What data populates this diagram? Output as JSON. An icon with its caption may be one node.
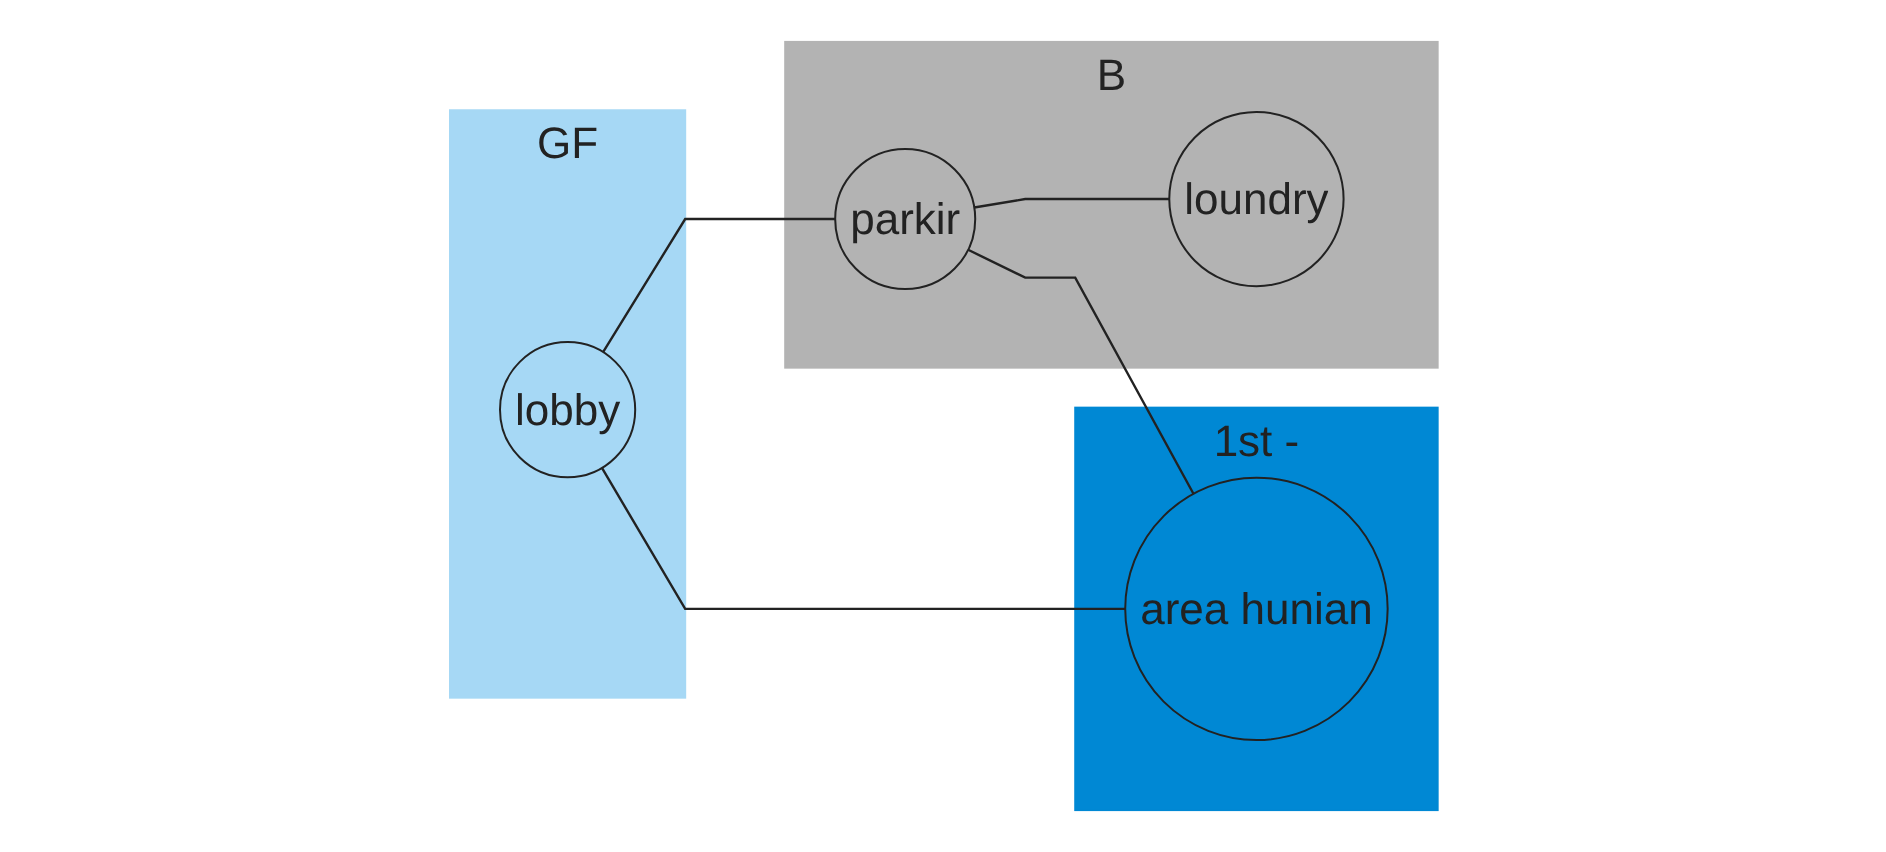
{
  "diagram": {
    "nodes": [
      {
        "text": [
          "GF"
        ]
      },
      {
        "text": [
          "lobby"
        ],
        "in": 0
      },
      {
        "text": [
          "1st -"
        ]
      },
      {
        "text": [
          "area hunian"
        ],
        "in": 2
      },
      {
        "text": [
          "B"
        ]
      },
      {
        "text": [
          "parkir"
        ],
        "in": 4
      },
      {
        "text": [
          "loundry"
        ],
        "in": 4
      }
    ],
    "edges": [
      {
        "from": 1,
        "to": 3,
        "arrow": "none"
      },
      {
        "from": 1,
        "to": 5,
        "arrow": "none"
      },
      {
        "from": 5,
        "to": 3,
        "arrow": "none"
      },
      {
        "from": 5,
        "to": 6,
        "arrow": "none"
      }
    ]
  }
}
